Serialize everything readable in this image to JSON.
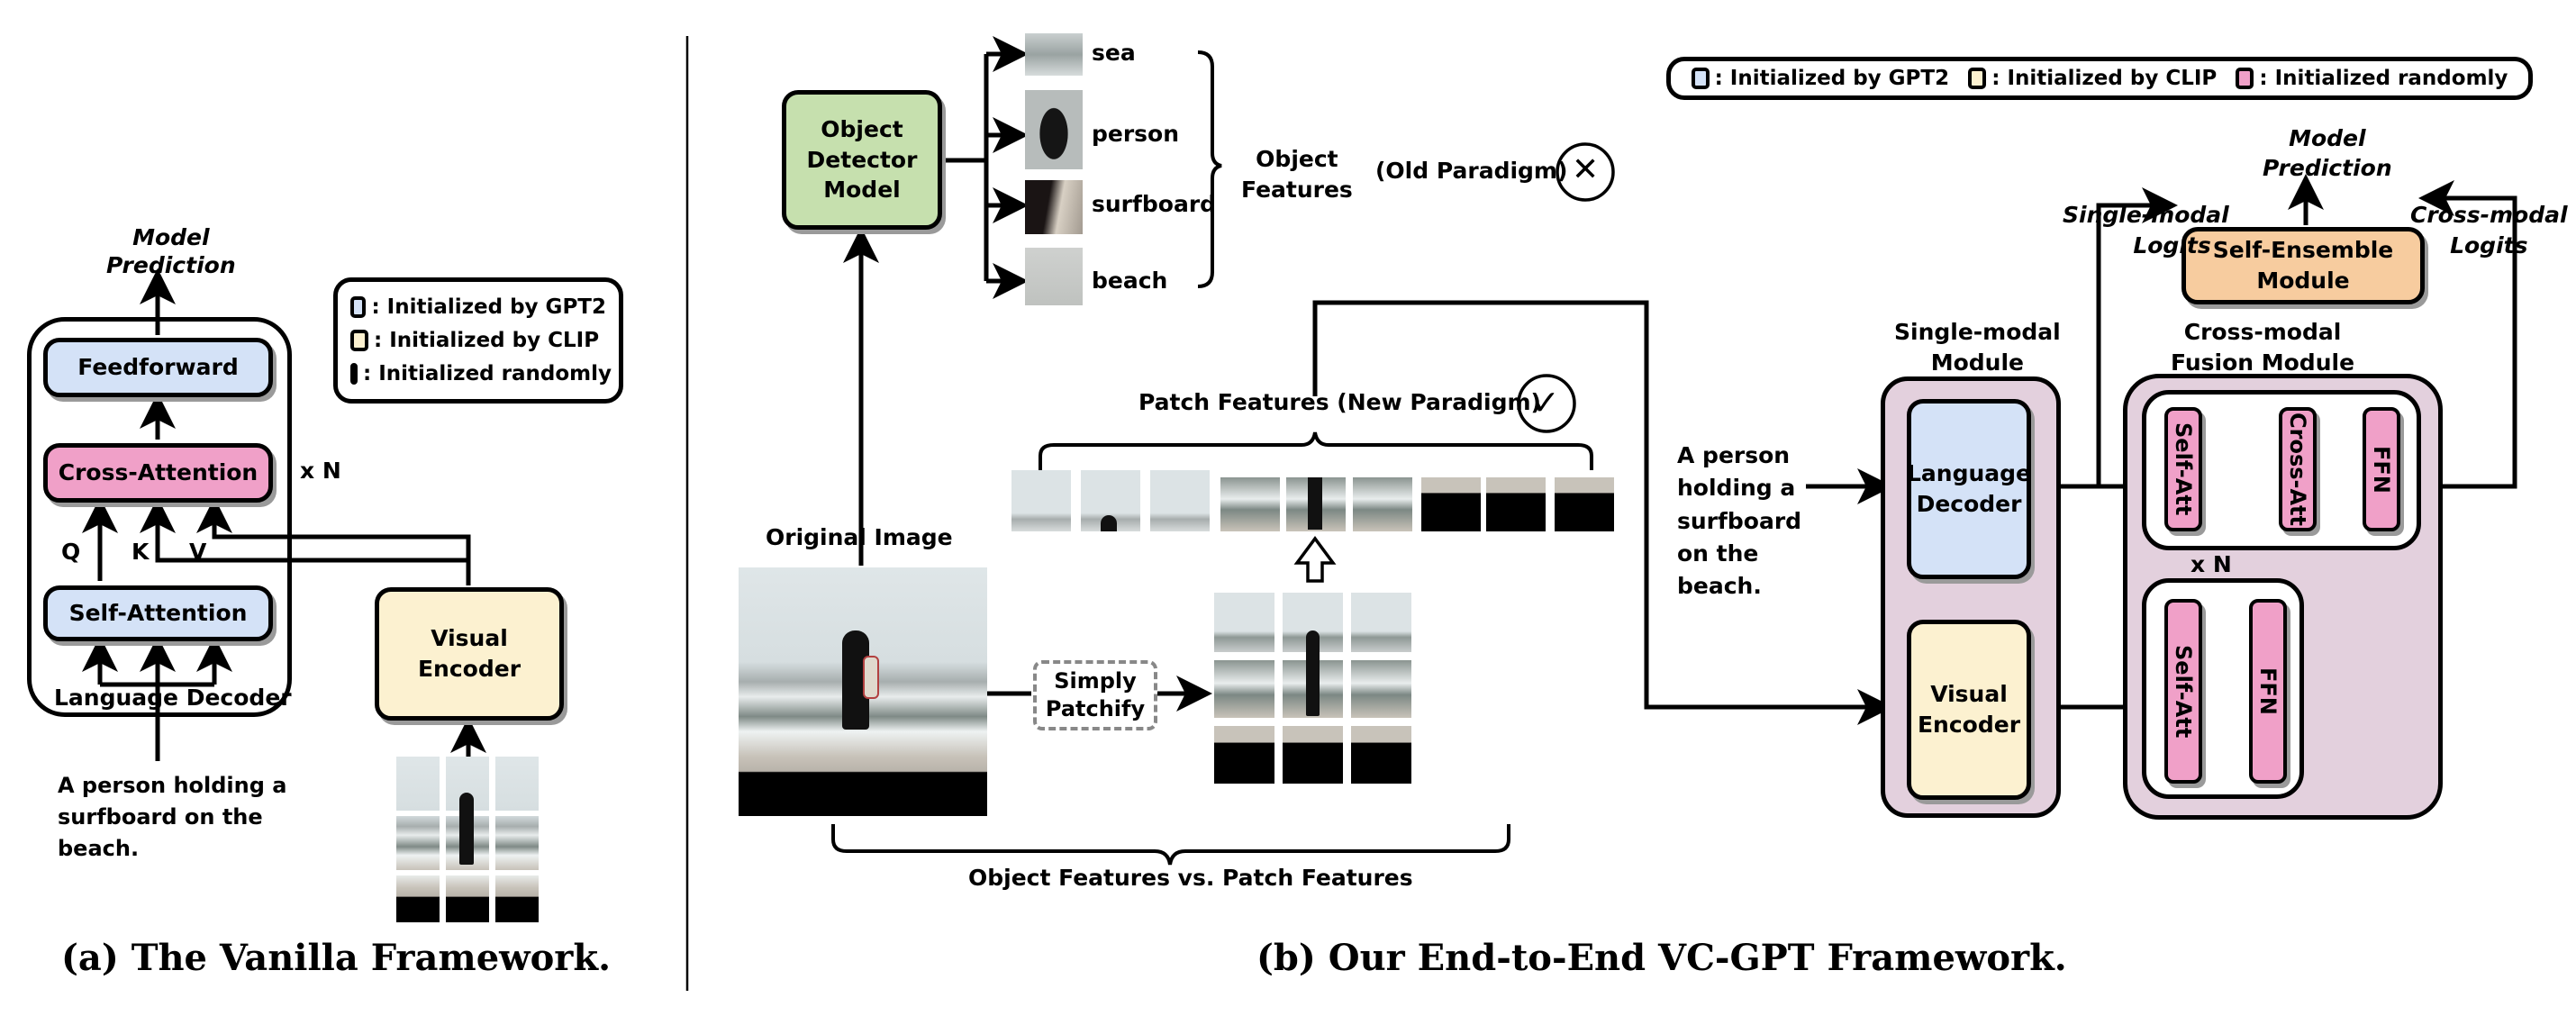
{
  "panel_a": {
    "caption": "(a) The Vanilla Framework.",
    "model_prediction": [
      "Model",
      "Prediction"
    ],
    "feedforward": "Feedforward",
    "cross_attention": "Cross-Attention",
    "self_attention": "Self-Attention",
    "repeat": "x N",
    "q": "Q",
    "k": "K",
    "v": "V",
    "language_decoder": "Language Decoder",
    "visual_encoder": [
      "Visual",
      "Encoder"
    ],
    "input_text": [
      "A person holding a",
      "surfboard on the",
      "beach."
    ],
    "legend": [
      {
        "label": ": Initialized by GPT2",
        "color": "#d4e2f7"
      },
      {
        "label": ": Initialized by CLIP",
        "color": "#fcf1d0"
      },
      {
        "label": ": Initialized randomly",
        "color": "#f0a0c8"
      }
    ]
  },
  "panel_b": {
    "caption": "(b) Our End-to-End VC-GPT Framework.",
    "object_detector": [
      "Object",
      "Detector",
      "Model"
    ],
    "object_labels": [
      "sea",
      "person",
      "surfboard",
      "beach"
    ],
    "object_features": [
      "Object",
      "Features"
    ],
    "old_paradigm": "(Old Paradigm)",
    "old_mark": "✕",
    "patch_features": "Patch Features (New Paradigm)",
    "new_mark": "✓",
    "original_image": "Original  Image",
    "simply_patchify": [
      "Simply",
      "Patchify"
    ],
    "comparison": "Object Features vs. Patch Features",
    "input_text": [
      "A person",
      "holding a",
      "surfboard",
      "on the",
      "beach."
    ],
    "single_modal_module": [
      "Single-modal",
      "Module"
    ],
    "cross_modal_module": [
      "Cross-modal",
      "Fusion Module"
    ],
    "language_decoder": [
      "Language",
      "Decoder"
    ],
    "visual_encoder": [
      "Visual",
      "Encoder"
    ],
    "self_att": "Self-Att",
    "cross_att": "Cross-Att",
    "ffn": "FFN",
    "repeat": "x N",
    "self_ensemble": [
      "Self-Ensemble",
      "Module"
    ],
    "model_prediction": [
      "Model",
      "Prediction"
    ],
    "single_logits": [
      "Single-modal",
      "Logits"
    ],
    "cross_logits": [
      "Cross-modal",
      "Logits"
    ],
    "legend": [
      {
        "label": ": Initialized by GPT2",
        "color": "#d4e2f7"
      },
      {
        "label": ": Initialized by CLIP",
        "color": "#fcf1d0"
      },
      {
        "label": ": Initialized randomly",
        "color": "#f0a0c8"
      }
    ]
  }
}
